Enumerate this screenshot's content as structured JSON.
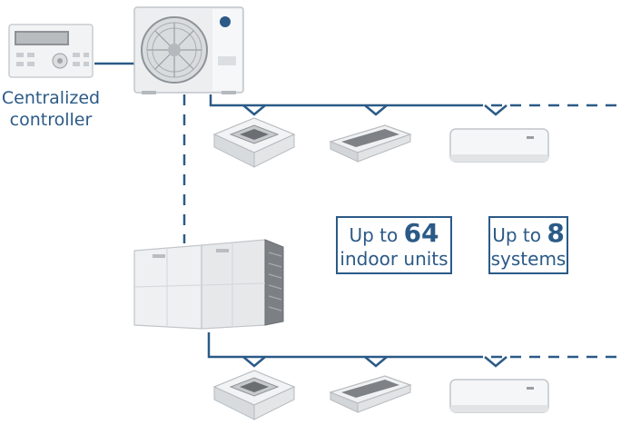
{
  "controller": {
    "caption_line1": "Centralized",
    "caption_line2": "controller"
  },
  "callouts": {
    "indoor": {
      "prefix": "Up to ",
      "number": "64",
      "suffix": "indoor units"
    },
    "systems": {
      "prefix": "Up to ",
      "number": "8",
      "suffix": "systems"
    }
  },
  "colors": {
    "accent": "#2b5a87",
    "unit_body": "#f0f1f2",
    "unit_shadow": "#c9ccd0"
  },
  "icons": {
    "controller": "centralized-controller-icon",
    "outdoor_small": "outdoor-condenser-icon",
    "outdoor_large": "vrf-outdoor-unit-icon",
    "cassette": "four-way-cassette-icon",
    "one_way": "one-way-cassette-icon",
    "wall": "wall-mounted-unit-icon"
  }
}
